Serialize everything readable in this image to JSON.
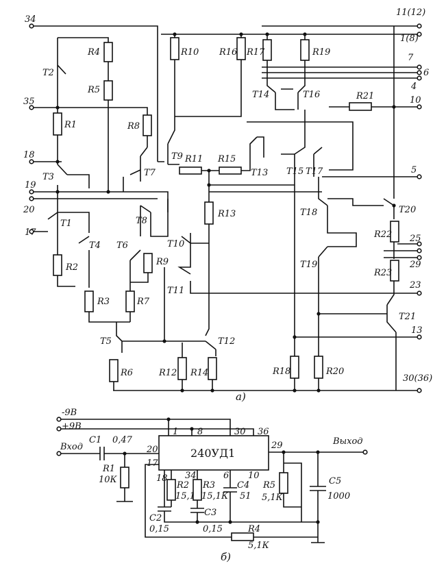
{
  "diagram_a": {
    "caption": "а)",
    "pins": {
      "p34": "34",
      "p35": "35",
      "p18": "18",
      "p19": "19",
      "p20": "20",
      "p17": "17",
      "p11": "11(12)",
      "p1": "1(8)",
      "p7": "7",
      "p6": "6",
      "p4": "4",
      "p10": "10",
      "p5": "5",
      "p25": "25",
      "p29": "29",
      "p23": "23",
      "p13": "13",
      "p30": "30(36)"
    },
    "transistors": {
      "t1": "T1",
      "t2": "T2",
      "t3": "T3",
      "t4": "T4",
      "t5": "T5",
      "t6": "T6",
      "t7": "T7",
      "t8": "T8",
      "t9": "T9",
      "t10": "T10",
      "t11": "T11",
      "t12": "T12",
      "t13": "T13",
      "t14": "T14",
      "t15": "T15",
      "t16": "T16",
      "t17": "T17",
      "t18": "T18",
      "t19": "T19",
      "t20": "T20",
      "t21": "T21"
    },
    "resistors": {
      "r1": "R1",
      "r2": "R2",
      "r3": "R3",
      "r4": "R4",
      "r5": "R5",
      "r6": "R6",
      "r7": "R7",
      "r8": "R8",
      "r9": "R9",
      "r10": "R10",
      "r11": "R11",
      "r12": "R12",
      "r13": "R13",
      "r14": "R14",
      "r15": "R15",
      "r16": "R16",
      "r17": "R17",
      "r18": "R18",
      "r19": "R19",
      "r20": "R20",
      "r21": "R21",
      "r22": "R22",
      "r23": "R23"
    }
  },
  "diagram_b": {
    "caption": "б)",
    "chip": "240УД1",
    "supply_neg": "-9В",
    "supply_pos": "+9В",
    "input": "Вход",
    "output": "Выход",
    "c1": "C1",
    "c1v": "0,47",
    "r1": "R1",
    "r1v": "10К",
    "r2": "R2",
    "r2v": "15,1К",
    "r3": "R3",
    "r3v": "15,1К",
    "c4": "C4",
    "c4v": "51",
    "r5": "R5",
    "r5v": "5,1К",
    "c5": "C5",
    "c5v": "1000",
    "c2": "C2",
    "c2v": "0,15",
    "c3": "C3",
    "c3v": "0,15",
    "r4": "R4",
    "r4v": "5,1К",
    "pin_1": "1",
    "pin_8": "8",
    "pin_30": "30",
    "pin_36": "36",
    "pin_20": "20",
    "pin_17": "17",
    "pin_29": "29",
    "pin_18": "18",
    "pin_34": "34",
    "pin_6": "6",
    "pin_10": "10"
  }
}
